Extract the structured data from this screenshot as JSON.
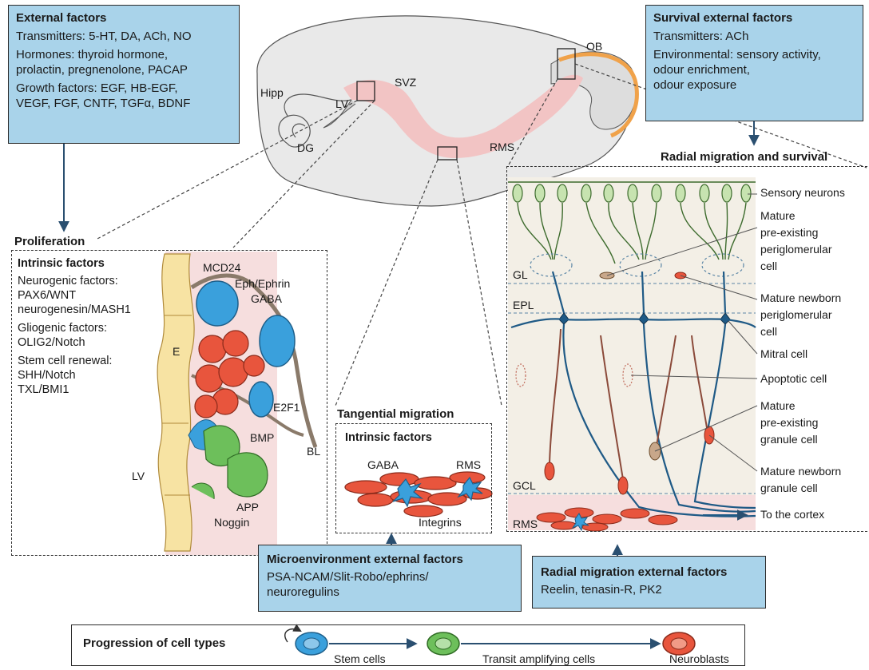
{
  "external_factors": {
    "title": "External factors",
    "lines": [
      "Transmitters: 5-HT, DA, ACh, NO",
      "Hormones: thyroid hormone,",
      "prolactin, pregnenolone, PACAP",
      "Growth factors: EGF, HB-EGF,",
      "VEGF, FGF, CNTF, TGFα, BDNF"
    ]
  },
  "survival_factors": {
    "title": "Survival external factors",
    "lines": [
      "Transmitters: ACh",
      "Environmental: sensory activity,",
      "odour enrichment,",
      "odour exposure"
    ]
  },
  "brain_labels": {
    "ob": "OB",
    "svz": "SVZ",
    "hipp": "Hipp",
    "lv": "LV",
    "dg": "DG",
    "rms": "RMS"
  },
  "proliferation": {
    "title": "Proliferation",
    "intrinsic_title": "Intrinsic factors",
    "lines": [
      "Neurogenic factors:",
      "PAX6/WNT",
      "neurogenesin/MASH1",
      "Gliogenic factors:",
      "OLIG2/Notch",
      "Stem cell renewal:",
      "SHH/Notch",
      "TXL/BMI1"
    ],
    "labels": {
      "mcd24": "MCD24",
      "eph": "Eph/Ephrin",
      "gaba": "GABA",
      "e": "E",
      "e2f1": "E2F1",
      "bmp": "BMP",
      "bl": "BL",
      "lv": "LV",
      "app": "APP",
      "noggin": "Noggin"
    }
  },
  "tangential": {
    "title": "Tangential migration",
    "intrinsic_title": "Intrinsic factors",
    "labels": {
      "gaba": "GABA",
      "rms": "RMS",
      "integrins": "Integrins"
    }
  },
  "radial": {
    "title": "Radial migration and survival",
    "layers": {
      "gl": "GL",
      "epl": "EPL",
      "gcl": "GCL",
      "rms": "RMS"
    },
    "labels": [
      [
        "Sensory neurons"
      ],
      [
        "Mature",
        "pre-existing",
        "periglomerular",
        "cell"
      ],
      [
        "Mature newborn",
        "periglomerular",
        "cell"
      ],
      [
        "Mitral cell"
      ],
      [
        "Apoptotic cell"
      ],
      [
        "Mature",
        "pre-existing",
        "granule cell"
      ],
      [
        "Mature newborn",
        "granule cell"
      ],
      [
        "To the cortex"
      ]
    ]
  },
  "microenv": {
    "title": "Microenvironment external factors",
    "lines": [
      "PSA-NCAM/Slit-Robo/ephrins/",
      "neuroregulins"
    ]
  },
  "radial_external": {
    "title": "Radial migration external factors",
    "lines": [
      "Reelin, tenasin-R, PK2"
    ]
  },
  "progression": {
    "title": "Progression of cell types",
    "stem": "Stem cells",
    "transit": "Transit amplifying cells",
    "neuroblasts": "Neuroblasts"
  },
  "colors": {
    "box_fill": "#a9d3ea",
    "pink": "#f2c4c4",
    "stem_blue": "#3aa0dc",
    "transit_green": "#6dbf5b",
    "neuroblast_red": "#e8553d",
    "mitral_blue": "#1f5a86",
    "ependymal_yellow": "#f7e3a3"
  }
}
